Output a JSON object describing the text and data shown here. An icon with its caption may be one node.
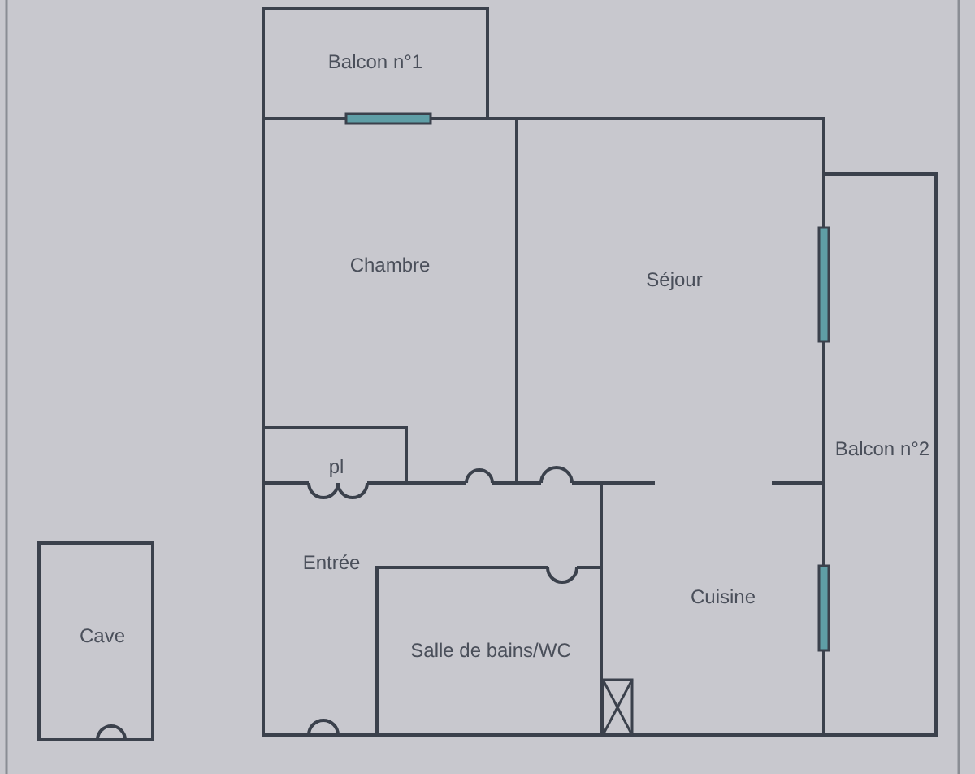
{
  "diagram": {
    "nodes": [
      {
        "text": [
          "Balcon n°1"
        ]
      },
      {
        "text": [
          "Chambre"
        ]
      },
      {
        "text": [
          "Séjour"
        ]
      },
      {
        "text": [
          "Balcon n°2"
        ]
      },
      {
        "text": [
          "pl"
        ]
      },
      {
        "text": [
          "Entrée"
        ]
      },
      {
        "text": [
          "Salle de bains/WC"
        ]
      },
      {
        "text": [
          "Cuisine"
        ]
      },
      {
        "text": [
          "Cave"
        ]
      }
    ]
  }
}
